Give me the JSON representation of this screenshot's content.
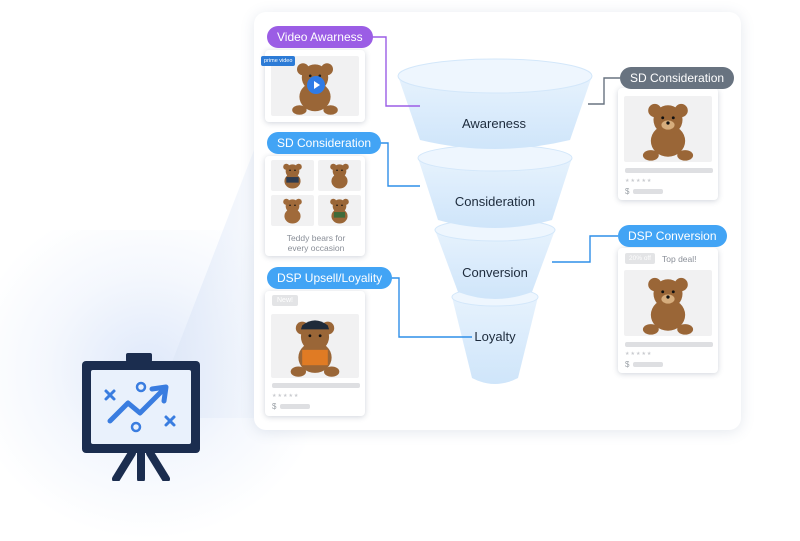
{
  "tags": {
    "video_awareness": "Video Awarness",
    "sd_consideration_left": "SD Consideration",
    "dsp_upsell": "DSP Upsell/Loyality",
    "sd_consideration_right": "SD Consideration",
    "dsp_conversion": "DSP Conversion"
  },
  "funnel": [
    "Awareness",
    "Consideration",
    "Conversion",
    "Loyalty"
  ],
  "cards": {
    "video_logo": "prime video",
    "caption": "Teddy bears for every occasion",
    "new_badge": "New!",
    "discount_badge": "20% off",
    "top_deal": "Top deal!",
    "price_symbol": "$",
    "stars": "★★★★★"
  },
  "colors": {
    "purple": "#9b5de5",
    "blue": "#42a4f5",
    "gray": "#687380",
    "funnel": "#d8ebfb",
    "connector_blue": "#2f8fe8",
    "easel_navy": "#1b2d4f"
  },
  "icons": [
    "teddy-bear-image",
    "play-icon",
    "presentation-board-icon",
    "trend-arrow-icon"
  ]
}
